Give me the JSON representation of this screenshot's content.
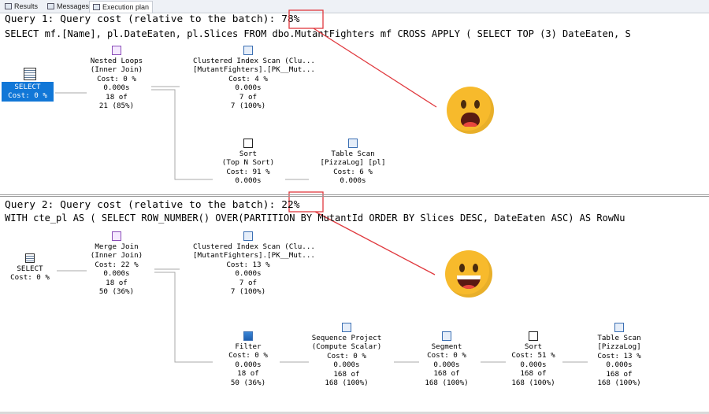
{
  "tabs": [
    "Results",
    "Messages",
    "Execution plan"
  ],
  "active_tab": "Execution plan",
  "accent": "#1177d7",
  "highlight": "#e0393e",
  "query1": {
    "header_prefix": "Query 1: Query cost (relative to the batch): ",
    "cost": "78%",
    "sql": "SELECT mf.[Name], pl.DateEaten, pl.Slices FROM dbo.MutantFighters mf CROSS APPLY ( SELECT TOP (3) DateEaten, S",
    "nodes": {
      "select": {
        "title": "SELECT",
        "cost": "Cost: 0 %"
      },
      "nested_loops": {
        "title": "Nested Loops",
        "subtitle": "(Inner Join)",
        "cost": "Cost: 0 %",
        "time": "0.000s",
        "rows": "18 of",
        "est": "21 (85%)"
      },
      "index_scan": {
        "title": "Clustered Index Scan (Clu...",
        "subtitle": "[MutantFighters].[PK__Mut...",
        "cost": "Cost: 4 %",
        "time": "0.000s",
        "rows": "7 of",
        "est": "7 (100%)"
      },
      "sort": {
        "title": "Sort",
        "subtitle": "(Top N Sort)",
        "cost": "Cost: 91 %",
        "time": "0.000s"
      },
      "table_scan": {
        "title": "Table Scan",
        "subtitle": "[PizzaLog] [pl]",
        "cost": "Cost: 6 %",
        "time": "0.000s"
      }
    },
    "reaction": "shocked-face-icon"
  },
  "query2": {
    "header_prefix": "Query 2: Query cost (relative to the batch): ",
    "cost": "22%",
    "sql": "WITH cte_pl AS ( SELECT ROW_NUMBER() OVER(PARTITION BY MutantId ORDER BY Slices DESC, DateEaten ASC) AS RowNu",
    "nodes": {
      "select": {
        "title": "SELECT",
        "cost": "Cost: 0 %"
      },
      "merge_join": {
        "title": "Merge Join",
        "subtitle": "(Inner Join)",
        "cost": "Cost: 22 %",
        "time": "0.000s",
        "rows": "18 of",
        "est": "50 (36%)"
      },
      "index_scan": {
        "title": "Clustered Index Scan (Clu...",
        "subtitle": "[MutantFighters].[PK__Mut...",
        "cost": "Cost: 13 %",
        "time": "0.000s",
        "rows": "7 of",
        "est": "7 (100%)"
      },
      "filter": {
        "title": "Filter",
        "cost": "Cost: 0 %",
        "time": "0.000s",
        "rows": "18 of",
        "est": "50 (36%)"
      },
      "seq_project": {
        "title": "Sequence Project",
        "subtitle": "(Compute Scalar)",
        "cost": "Cost: 0 %",
        "time": "0.000s",
        "rows": "168 of",
        "est": "168 (100%)"
      },
      "segment": {
        "title": "Segment",
        "cost": "Cost: 0 %",
        "time": "0.000s",
        "rows": "168 of",
        "est": "168 (100%)"
      },
      "sort": {
        "title": "Sort",
        "cost": "Cost: 51 %",
        "time": "0.000s",
        "rows": "168 of",
        "est": "168 (100%)"
      },
      "table_scan": {
        "title": "Table Scan",
        "subtitle": "[PizzaLog]",
        "cost": "Cost: 13 %",
        "time": "0.000s",
        "rows": "168 of",
        "est": "168 (100%)"
      }
    },
    "reaction": "grinning-face-icon"
  }
}
